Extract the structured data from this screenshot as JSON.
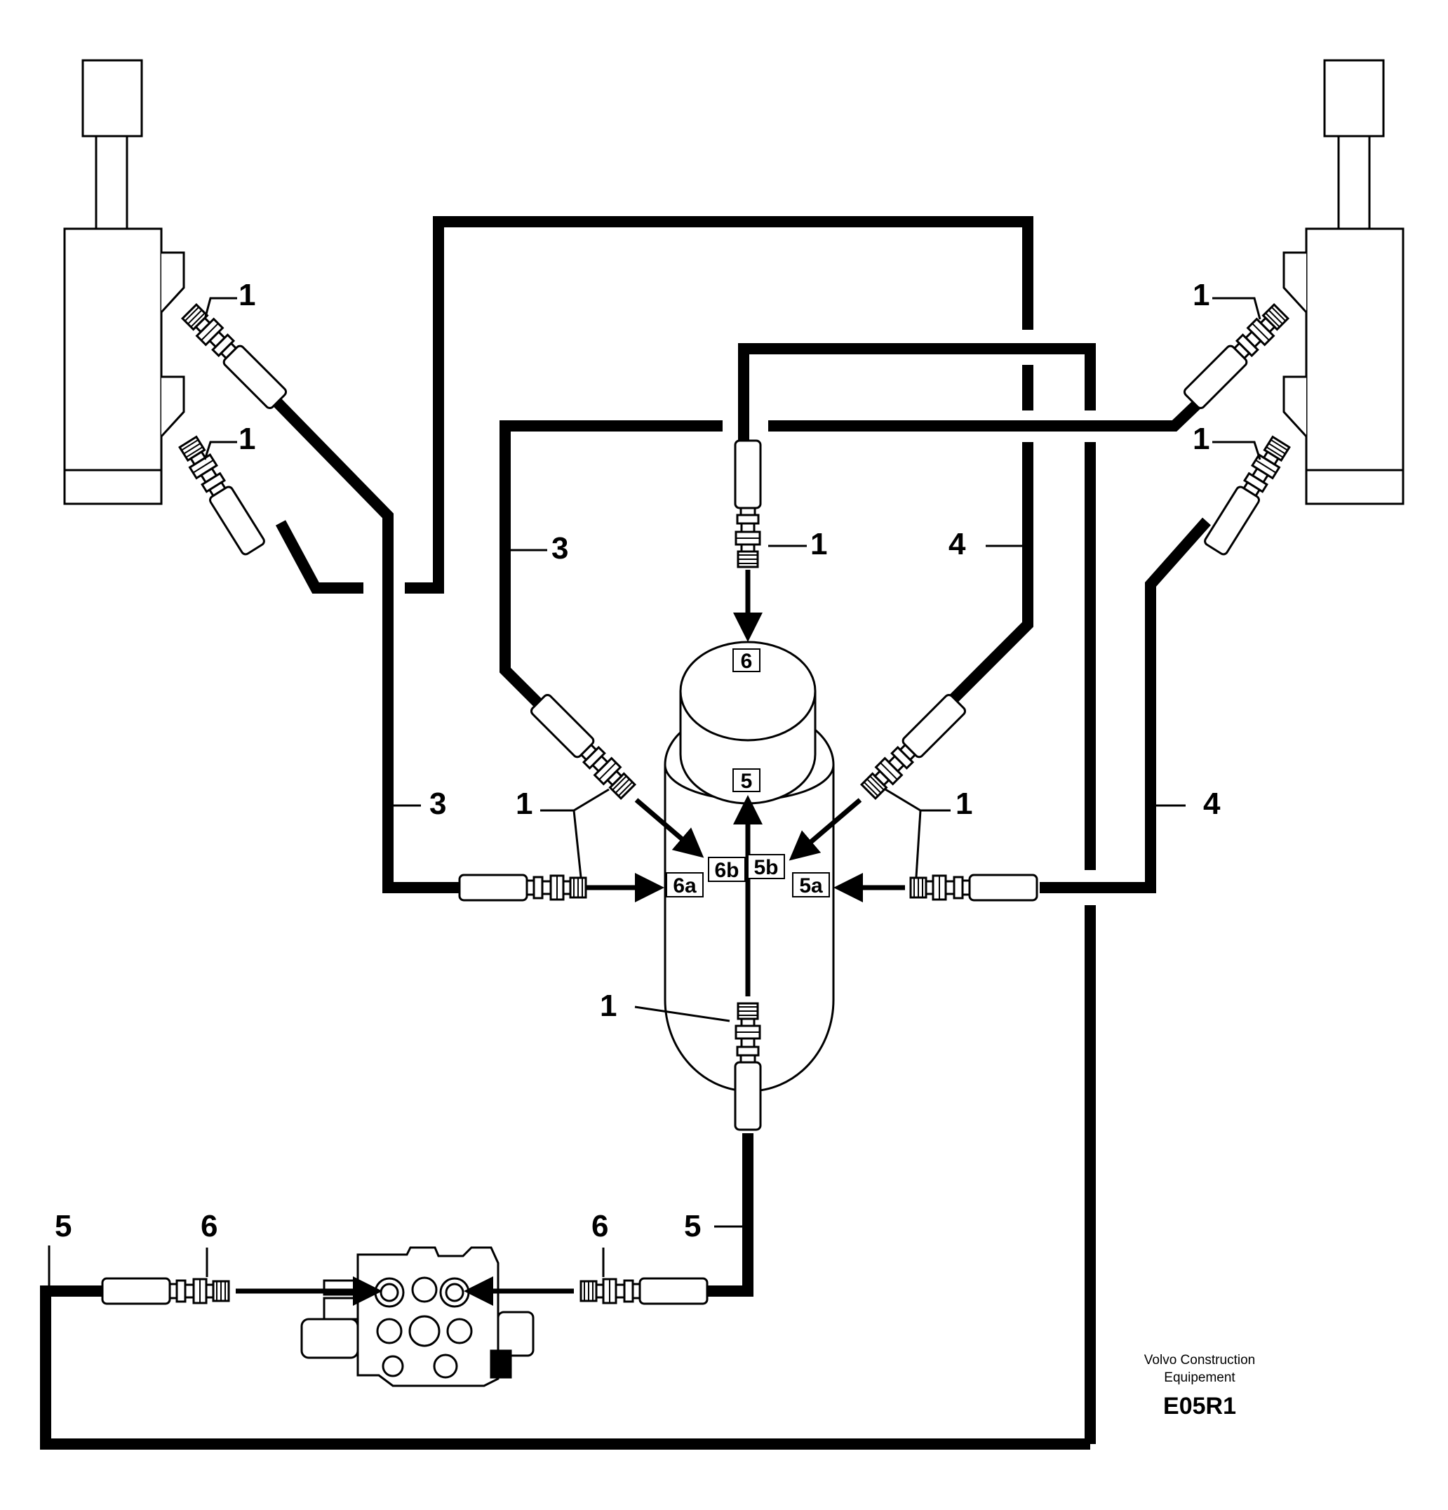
{
  "callouts": {
    "coupling_1": "1",
    "hose_3": "3",
    "hose_4": "4",
    "hose_5": "5",
    "hose_6": "6"
  },
  "ports": {
    "p6": "6",
    "p5": "5",
    "p6a": "6a",
    "p6b": "6b",
    "p5a": "5a",
    "p5b": "5b"
  },
  "credit": {
    "line1": "Volvo Construction",
    "line2": "Equipement"
  },
  "figure_code": "E05R1"
}
